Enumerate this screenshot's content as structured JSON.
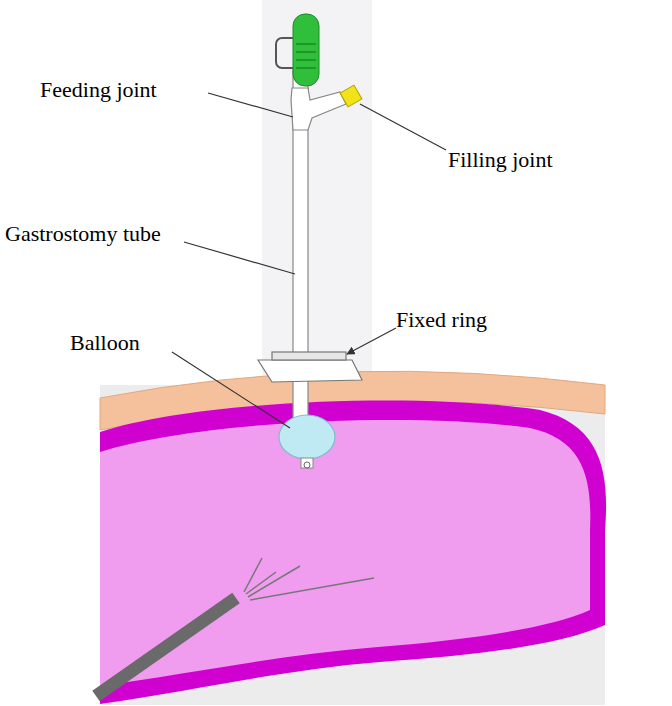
{
  "diagram": {
    "labels": [
      "Feeding joint",
      "Filling joint",
      "Gastrostomy tube",
      "Fixed ring",
      "Balloon"
    ]
  }
}
